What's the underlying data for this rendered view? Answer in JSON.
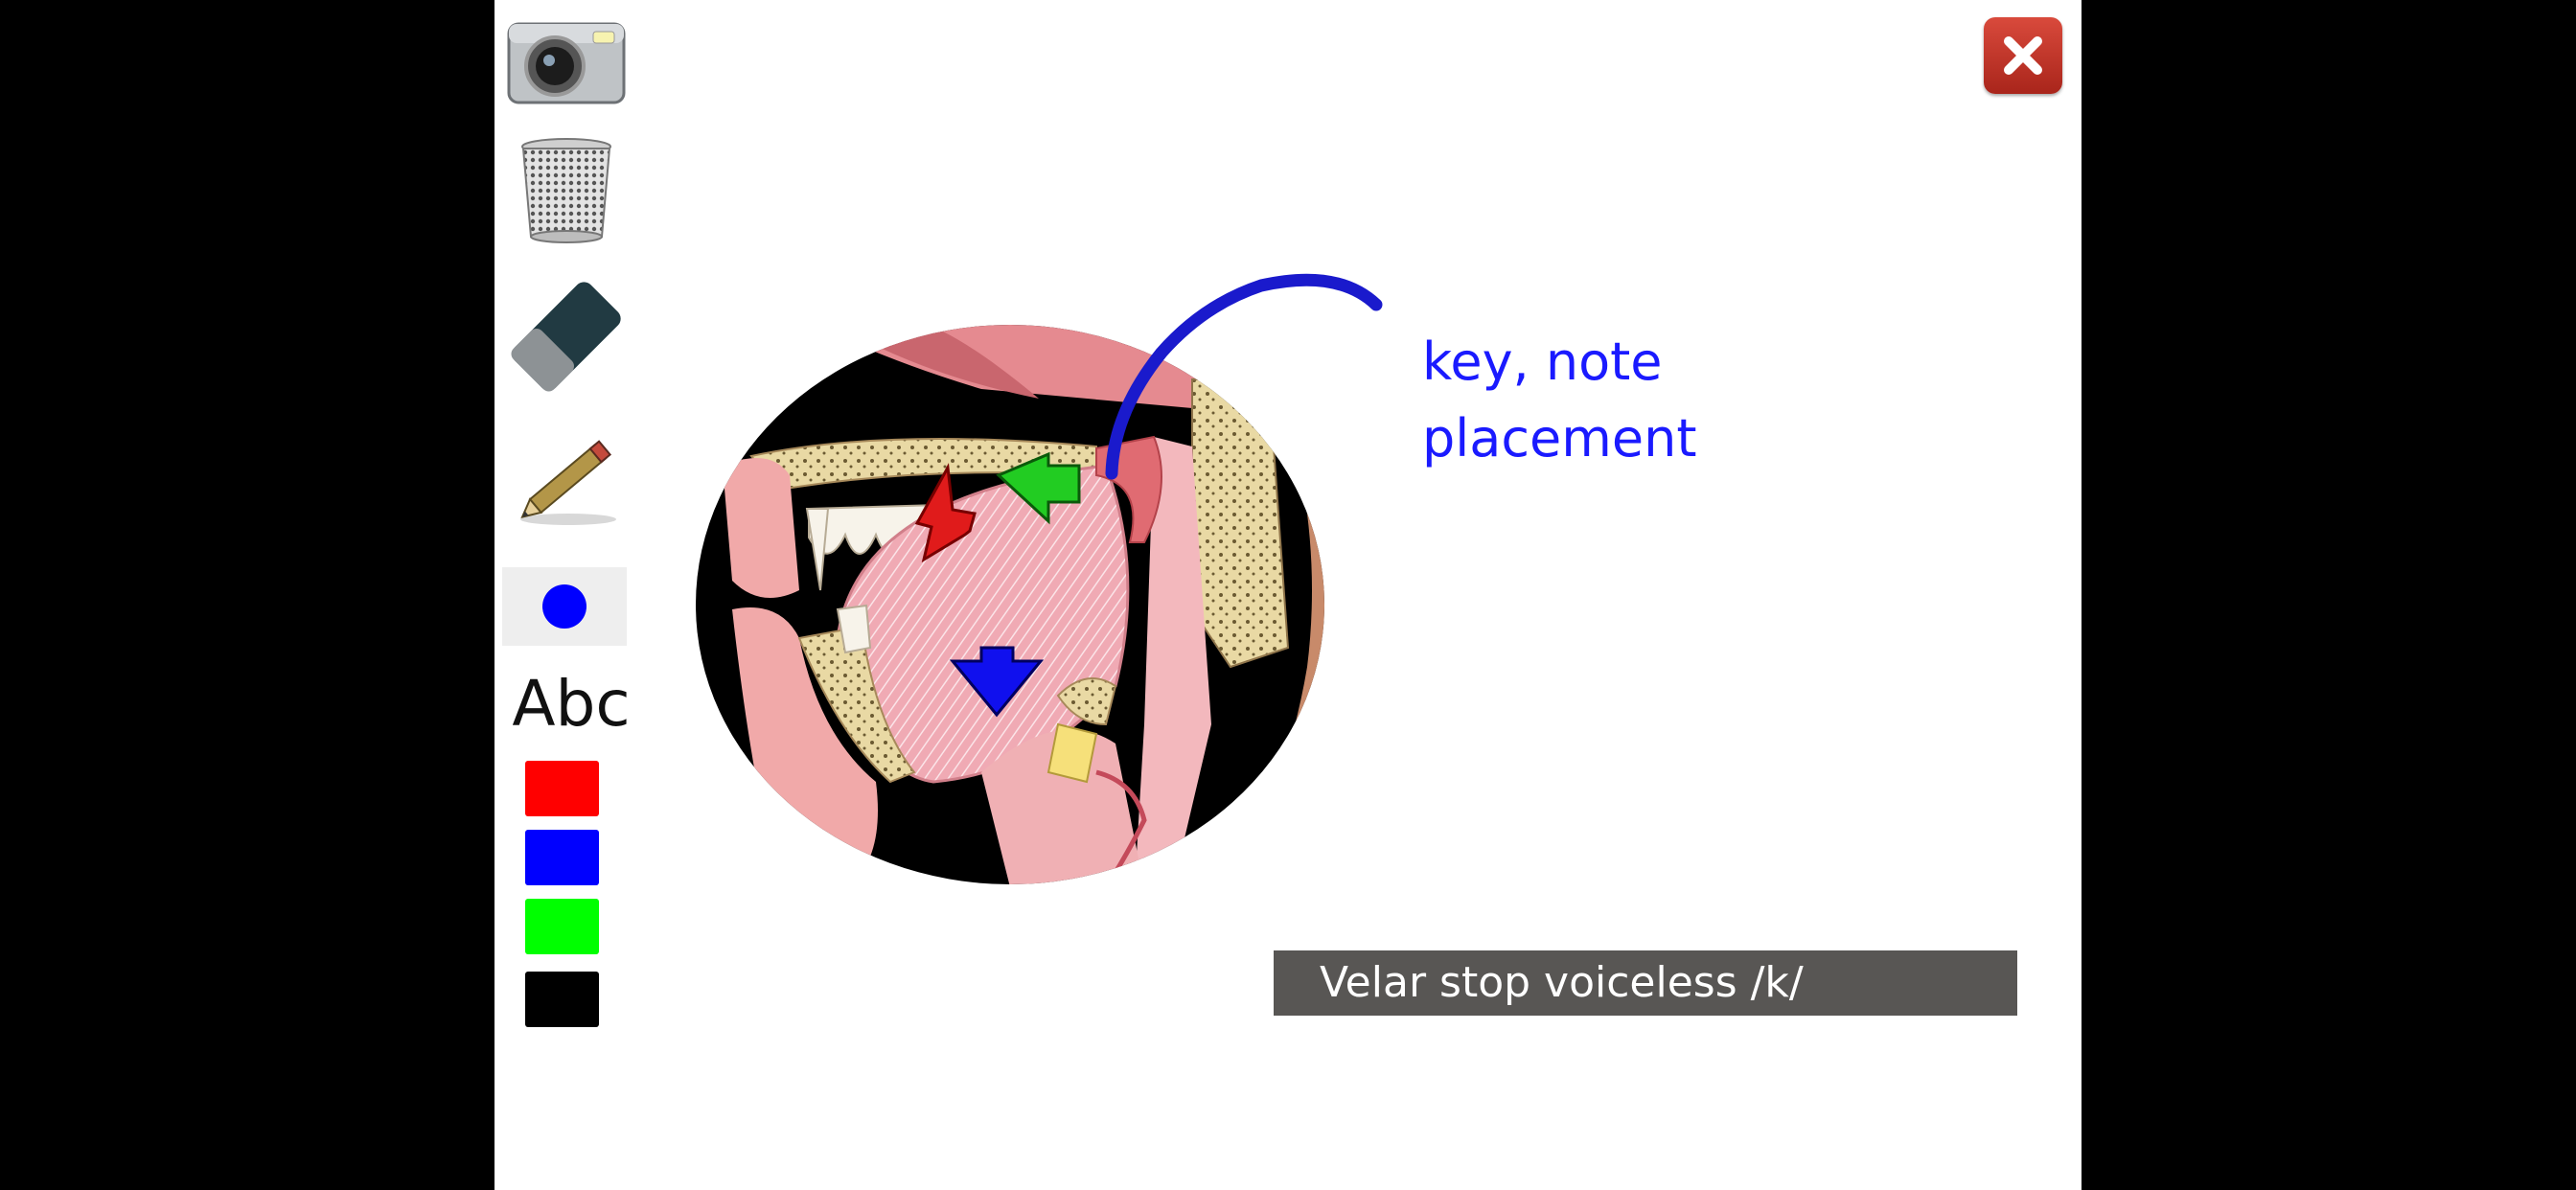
{
  "toolbar": {
    "tools": [
      {
        "name": "camera",
        "icon": "camera-icon"
      },
      {
        "name": "trash",
        "icon": "trash-icon"
      },
      {
        "name": "eraser",
        "icon": "eraser-icon"
      },
      {
        "name": "pencil",
        "icon": "pencil-icon"
      },
      {
        "name": "brush-size",
        "icon": "dot-icon"
      }
    ],
    "text_tool_label": "Abc",
    "colors": [
      "#ff0000",
      "#0000ff",
      "#00ff00",
      "#000000"
    ],
    "selected_brush_color": "#0000ff"
  },
  "annotation": {
    "line1": "key, note",
    "line2": "placement",
    "color": "#1a1aff"
  },
  "caption": {
    "text": "Velar stop voiceless /k/"
  },
  "arrows": {
    "red": "#e01b1b",
    "green": "#22cc22",
    "blue": "#1010ee"
  }
}
